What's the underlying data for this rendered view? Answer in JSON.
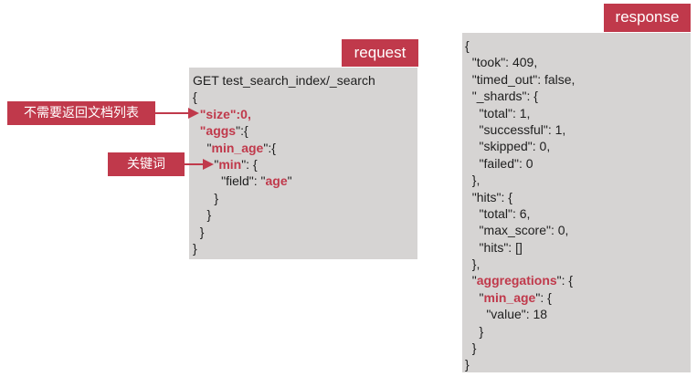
{
  "tags": {
    "request": "request",
    "response": "response"
  },
  "annotations": {
    "size_note": "不需要返回文档列表",
    "keyword_note": "关键词"
  },
  "request_lines": [
    [
      {
        "t": "GET test_search_index/_search"
      }
    ],
    [
      {
        "t": "{"
      }
    ],
    [
      {
        "t": "  "
      },
      {
        "t": "\"size\":0,",
        "hl": true
      }
    ],
    [
      {
        "t": "  "
      },
      {
        "t": "\"aggs",
        "hl": true
      },
      {
        "t": "\":{"
      }
    ],
    [
      {
        "t": "    \""
      },
      {
        "t": "min_age",
        "hl": true
      },
      {
        "t": "\":{"
      }
    ],
    [
      {
        "t": "      \""
      },
      {
        "t": "min",
        "hl": true
      },
      {
        "t": "\": {"
      }
    ],
    [
      {
        "t": "        \"field\": \""
      },
      {
        "t": "age",
        "hl": true
      },
      {
        "t": "\""
      }
    ],
    [
      {
        "t": "      }"
      }
    ],
    [
      {
        "t": "    }"
      }
    ],
    [
      {
        "t": "  }"
      }
    ],
    [
      {
        "t": "}"
      }
    ]
  ],
  "response_lines": [
    [
      {
        "t": "{"
      }
    ],
    [
      {
        "t": "  \"took\": 409,"
      }
    ],
    [
      {
        "t": "  \"timed_out\": false,"
      }
    ],
    [
      {
        "t": "  \"_shards\": {"
      }
    ],
    [
      {
        "t": "    \"total\": 1,"
      }
    ],
    [
      {
        "t": "    \"successful\": 1,"
      }
    ],
    [
      {
        "t": "    \"skipped\": 0,"
      }
    ],
    [
      {
        "t": "    \"failed\": 0"
      }
    ],
    [
      {
        "t": "  },"
      }
    ],
    [
      {
        "t": "  \"hits\": {"
      }
    ],
    [
      {
        "t": "    \"total\": 6,"
      }
    ],
    [
      {
        "t": "    \"max_score\": 0,"
      }
    ],
    [
      {
        "t": "    \"hits\": []"
      }
    ],
    [
      {
        "t": "  },"
      }
    ],
    [
      {
        "t": "  \""
      },
      {
        "t": "aggregations",
        "hl": true
      },
      {
        "t": "\": {"
      }
    ],
    [
      {
        "t": "    \""
      },
      {
        "t": "min_age",
        "hl": true
      },
      {
        "t": "\": {"
      }
    ],
    [
      {
        "t": "      \"value\": 18"
      }
    ],
    [
      {
        "t": "    }"
      }
    ],
    [
      {
        "t": "  }"
      }
    ],
    [
      {
        "t": "}"
      }
    ]
  ],
  "colors": {
    "accent": "#c0394b",
    "panel": "#d6d4d3",
    "text": "#1e1e1e"
  }
}
